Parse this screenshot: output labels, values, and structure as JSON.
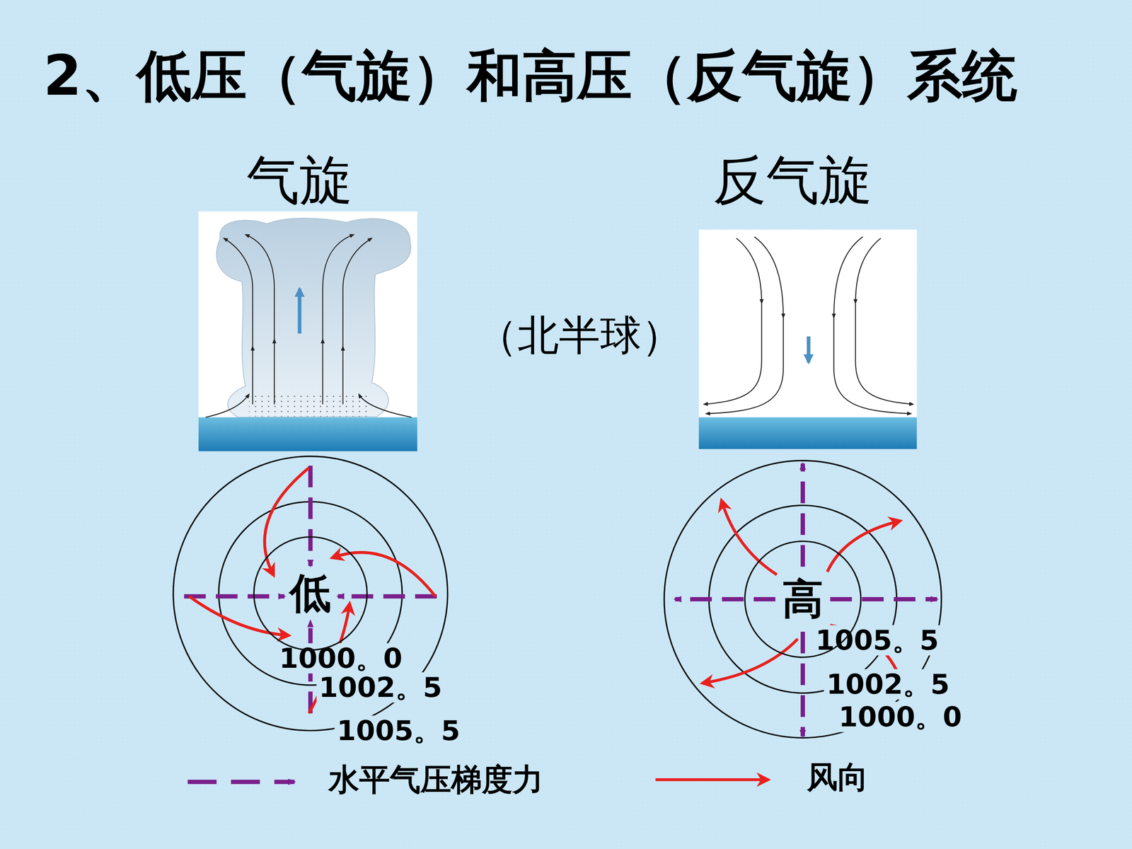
{
  "diagram": {
    "title": "2、低压（气旋）和高压（反气旋）系统",
    "nodes": [
      {
        "text": [
          "低"
        ]
      },
      {
        "text": [
          "高"
        ]
      }
    ],
    "labels": [
      "气旋",
      "反气旋",
      "（北半球）",
      "1000。0",
      "1002。5",
      "1005。5",
      "1005。5",
      "1002。5",
      "1000。0"
    ],
    "legend": [
      {
        "text": "水平气压梯度力"
      },
      {
        "text": "风向"
      }
    ]
  }
}
